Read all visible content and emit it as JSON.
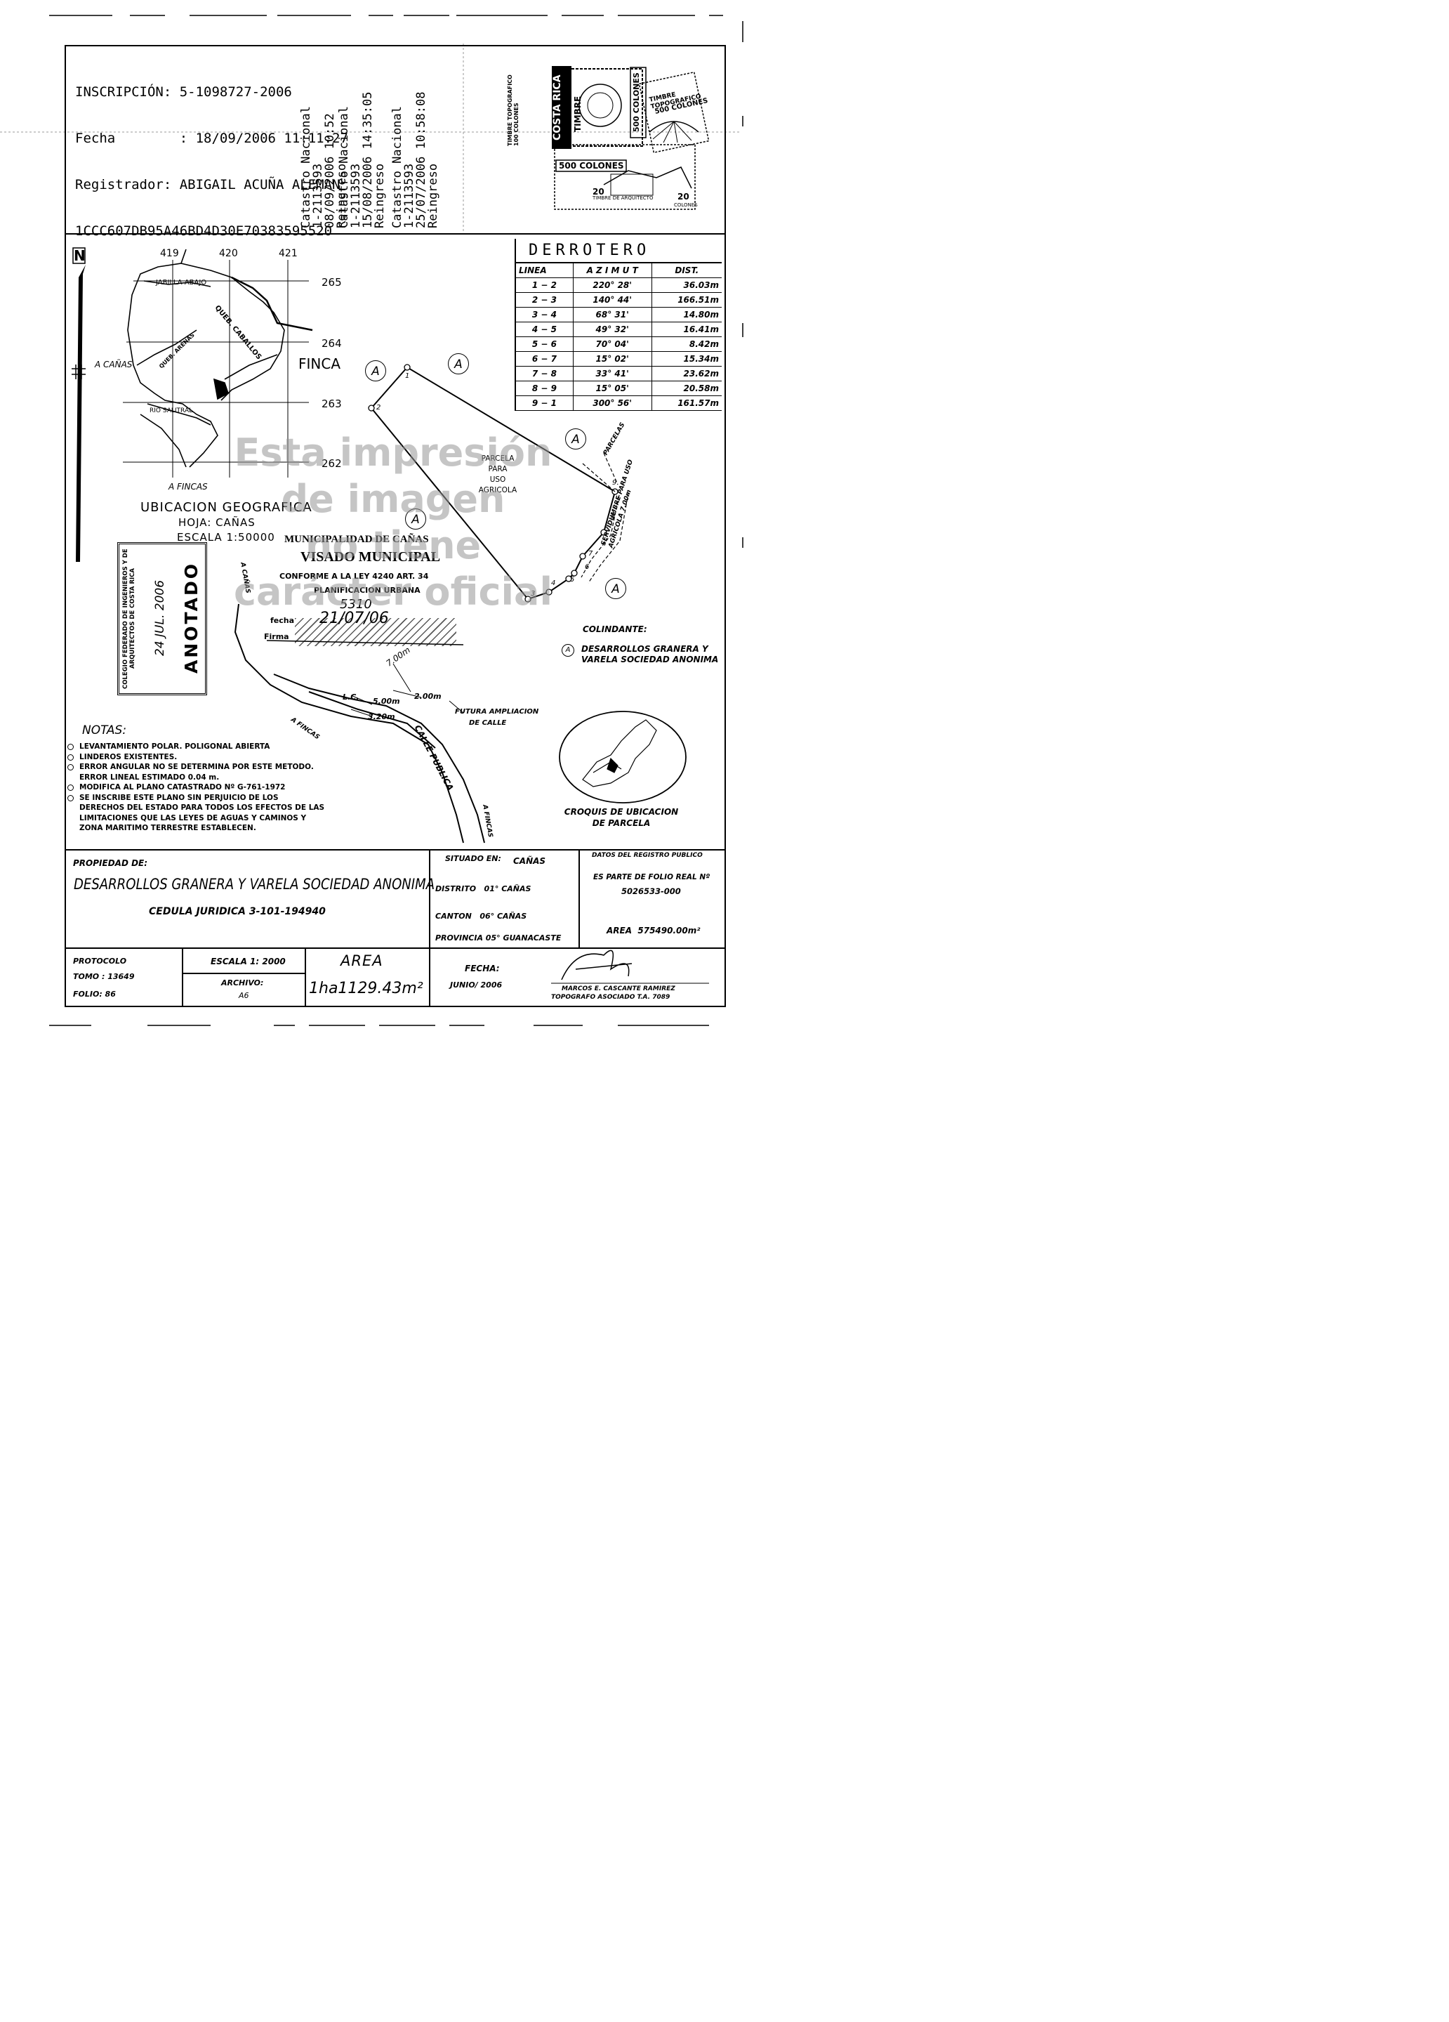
{
  "header": {
    "inscripcion": "INSCRIPCIÓN: 5-1098727-2006",
    "fecha": "Fecha        : 18/09/2006 11:11:27",
    "registrador": "Registrador: ABIGAIL ACUÑA ALEMAN",
    "hash": "1CCC607DB95A46BD4D30E70383595520"
  },
  "catastro": [
    {
      "line1": "Catastro Nacional",
      "line2": "1-2113593",
      "line3": "08/09/2006 10:52",
      "line4": "Reingreso"
    },
    {
      "line1": "Catastro Nacional",
      "line2": "1-2113593",
      "line3": "15/08/2006 14:35:05",
      "line4": "Reingreso"
    },
    {
      "line1": "Catastro Nacional",
      "line2": "1-2113593",
      "line3": "25/07/2006 10:58:08",
      "line4": "Reingreso"
    }
  ],
  "stamps": {
    "timbre_topografico": "TIMBRE TOPOGRAFICO 100 COLONES",
    "costa_rica": "COSTA RICA",
    "timbre": "TIMBRE",
    "quinientos_1": "500 COLONES",
    "quinientos_2": "500 COLONES",
    "timbre_topo_2": "TIMBRE TOPOGRAFICO",
    "colones_2": "500 COLONES",
    "arquitecto": "TIMBRE DE ARQUITECTO",
    "veinte": "20",
    "colones_20": "COLONES"
  },
  "derrotero": {
    "title": "DERROTERO",
    "headers": [
      "LINEA",
      "A Z I M U T",
      "DIST."
    ],
    "rows": [
      [
        "1 − 2",
        "220°  28'",
        "36.03m"
      ],
      [
        "2 − 3",
        "140°  44'",
        "166.51m"
      ],
      [
        "3 − 4",
        "68°  31'",
        "14.80m"
      ],
      [
        "4 − 5",
        "49°  32'",
        "16.41m"
      ],
      [
        "5 − 6",
        "70°  04'",
        "8.42m"
      ],
      [
        "6 − 7",
        "15°  02'",
        "15.34m"
      ],
      [
        "7 − 8",
        "33°  41'",
        "23.62m"
      ],
      [
        "8 − 9",
        "15°  05'",
        "20.58m"
      ],
      [
        "9 − 1",
        "300°  56'",
        "161.57m"
      ]
    ]
  },
  "location_map": {
    "north": "N",
    "grid_x": [
      "419",
      "420",
      "421"
    ],
    "grid_y": [
      "265",
      "264",
      "263",
      "262"
    ],
    "jabilla": "JABILLA ABAJO",
    "queb_caballos": "QUEB. CABALLOS",
    "queb_arenas": "QUEB. ARENAS",
    "rio_salitral": "RIO SALITRAL",
    "a_canas": "A CAÑAS",
    "a_fincas": "A FINCAS",
    "finca": "FINCA"
  },
  "ubicacion": {
    "title": "UBICACION GEOGRAFICA",
    "hoja": "HOJA: CAÑAS",
    "escala": "ESCALA 1:50000"
  },
  "parcel": {
    "label1": "PARCELA",
    "label2": "PARA",
    "label3": "USO",
    "label4": "AGRICOLA",
    "adj_marker": "A",
    "points": [
      "1",
      "2",
      "3",
      "4",
      "5",
      "6",
      "7",
      "8",
      "9"
    ],
    "parcelas": "PARCELAS",
    "servidumbre": "SERVIDUMBRE PARA USO AGRICOLA 7.00m",
    "dim_700": "7.00m",
    "dim_200": "2.00m",
    "dim_500": "5.00m",
    "dim_320": "3.20m",
    "lc": "L.C.",
    "futura": "FUTURA AMPLIACION",
    "de_calle": "DE CALLE",
    "calle_publica": "CALLE PUBLICA",
    "a_fincas_1": "A FINCAS",
    "a_fincas_2": "A FINCAS",
    "a_canas": "A CAÑAS"
  },
  "visado": {
    "municipalidad": "MUNICIPALIDAD DE CAÑAS",
    "title": "VISADO MUNICIPAL",
    "conforme": "CONFORME A LA LEY 4240 ART. 34",
    "planificacion": "PLANIFICACION URBANA",
    "numero": "5310",
    "fecha_label": "fecha",
    "fecha_value": "21/07/06",
    "firma_label": "Firma"
  },
  "anotado": {
    "colegio": "COLEGIO FEDERADO DE INGENIEROS Y DE ARQUITECTOS DE COSTA RICA",
    "fecha": "24 JUL. 2006",
    "anotado": "ANOTADO"
  },
  "watermark": [
    "Esta impresión",
    "de imagen",
    "no tiene",
    "carácter oficial"
  ],
  "colindante": {
    "title": "COLINDANTE:",
    "marker": "A",
    "line1": "DESARROLLOS GRANERA Y",
    "line2": "VARELA SOCIEDAD ANONIMA"
  },
  "croquis": {
    "line1": "CROQUIS DE UBICACION",
    "line2": "DE PARCELA"
  },
  "notas": {
    "title": "NOTAS:",
    "items": [
      {
        "text": "LEVANTAMIENTO POLAR. POLIGONAL  ABIERTA",
        "bullet": true
      },
      {
        "text": "LINDEROS EXISTENTES.",
        "bullet": true
      },
      {
        "text": "ERROR ANGULAR NO SE DETERMINA POR ESTE METODO.",
        "bullet": true
      },
      {
        "text": "ERROR LINEAL ESTIMADO 0.04 m.",
        "bullet": false
      },
      {
        "text": "MODIFICA AL  PLANO  CATASTRADO Nº G-761-1972",
        "bullet": true
      },
      {
        "text": "SE INSCRIBE ESTE PLANO SIN PERJUICIO DE LOS",
        "bullet": true
      },
      {
        "text": "DERECHOS DEL ESTADO PARA TODOS LOS EFECTOS DE LAS",
        "bullet": false
      },
      {
        "text": "LIMITACIONES QUE LAS LEYES DE AGUAS Y CAMINOS Y",
        "bullet": false
      },
      {
        "text": "ZONA MARITIMO TERRESTRE ESTABLECEN.",
        "bullet": false
      }
    ]
  },
  "titleblock": {
    "propiedad_label": "PROPIEDAD DE:",
    "owner": "DESARROLLOS GRANERA Y VARELA SOCIEDAD ANONIMA",
    "cedula": "CEDULA JURIDICA 3-101-194940",
    "situado_label": "SITUADO EN:",
    "situado_value": "CAÑAS",
    "distrito": "DISTRITO   01° CAÑAS",
    "canton": "CANTON   06° CAÑAS",
    "provincia": "PROVINCIA 05° GUANACASTE",
    "registro_label": "DATOS DEL REGISTRO PUBLICO",
    "folio_real_label": "ES PARTE DE FOLIO REAL Nº",
    "folio_real": "5026533-000",
    "area_total": "AREA  575490.00m²",
    "protocolo": "PROTOCOLO",
    "tomo": "TOMO : 13649",
    "folio": "FOLIO: 86",
    "escala": "ESCALA 1: 2000",
    "archivo_label": "ARCHIVO:",
    "archivo": "A6",
    "area_label": "AREA",
    "area_value": "1ha1129.43m²",
    "fecha_label": "FECHA:",
    "fecha_value": "JUNIO/ 2006",
    "topografo": "MARCOS E. CASCANTE RAMIREZ",
    "topografo_tag": "TOPOGRAFO ASOCIADO T.A. 7089"
  }
}
